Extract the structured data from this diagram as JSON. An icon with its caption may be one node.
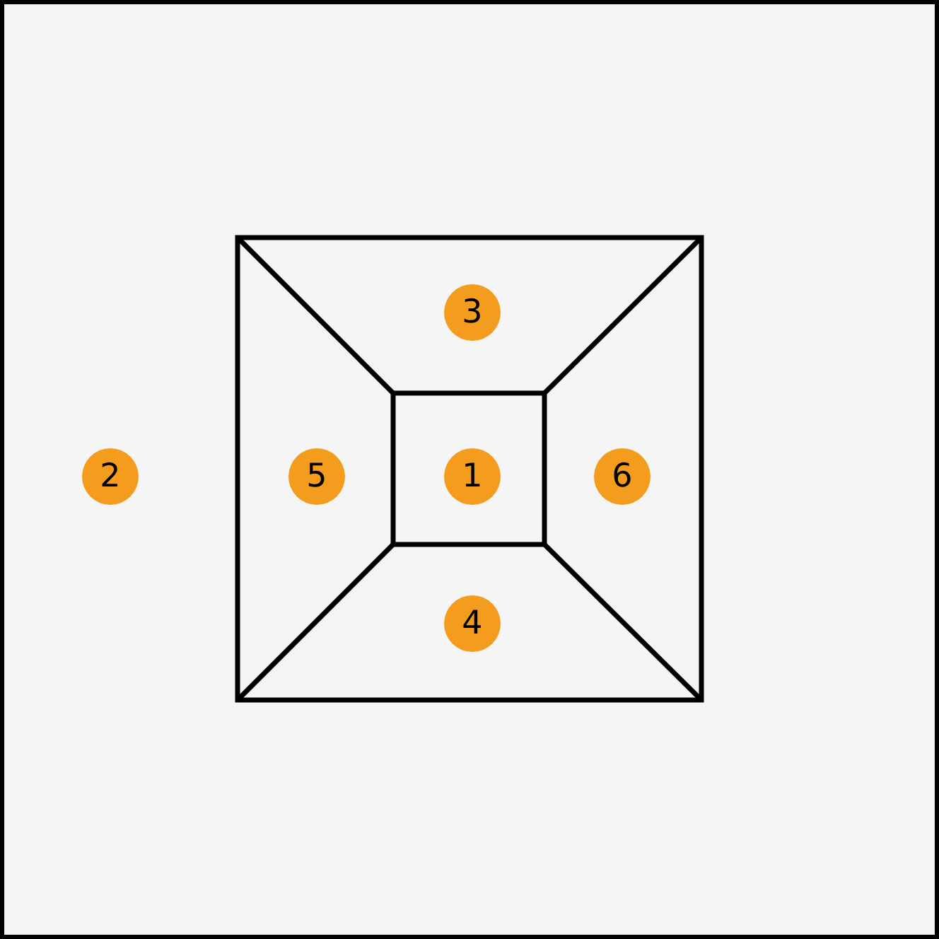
{
  "diagram": {
    "labels": [
      "3",
      "2",
      "5",
      "1",
      "6",
      "4"
    ]
  }
}
